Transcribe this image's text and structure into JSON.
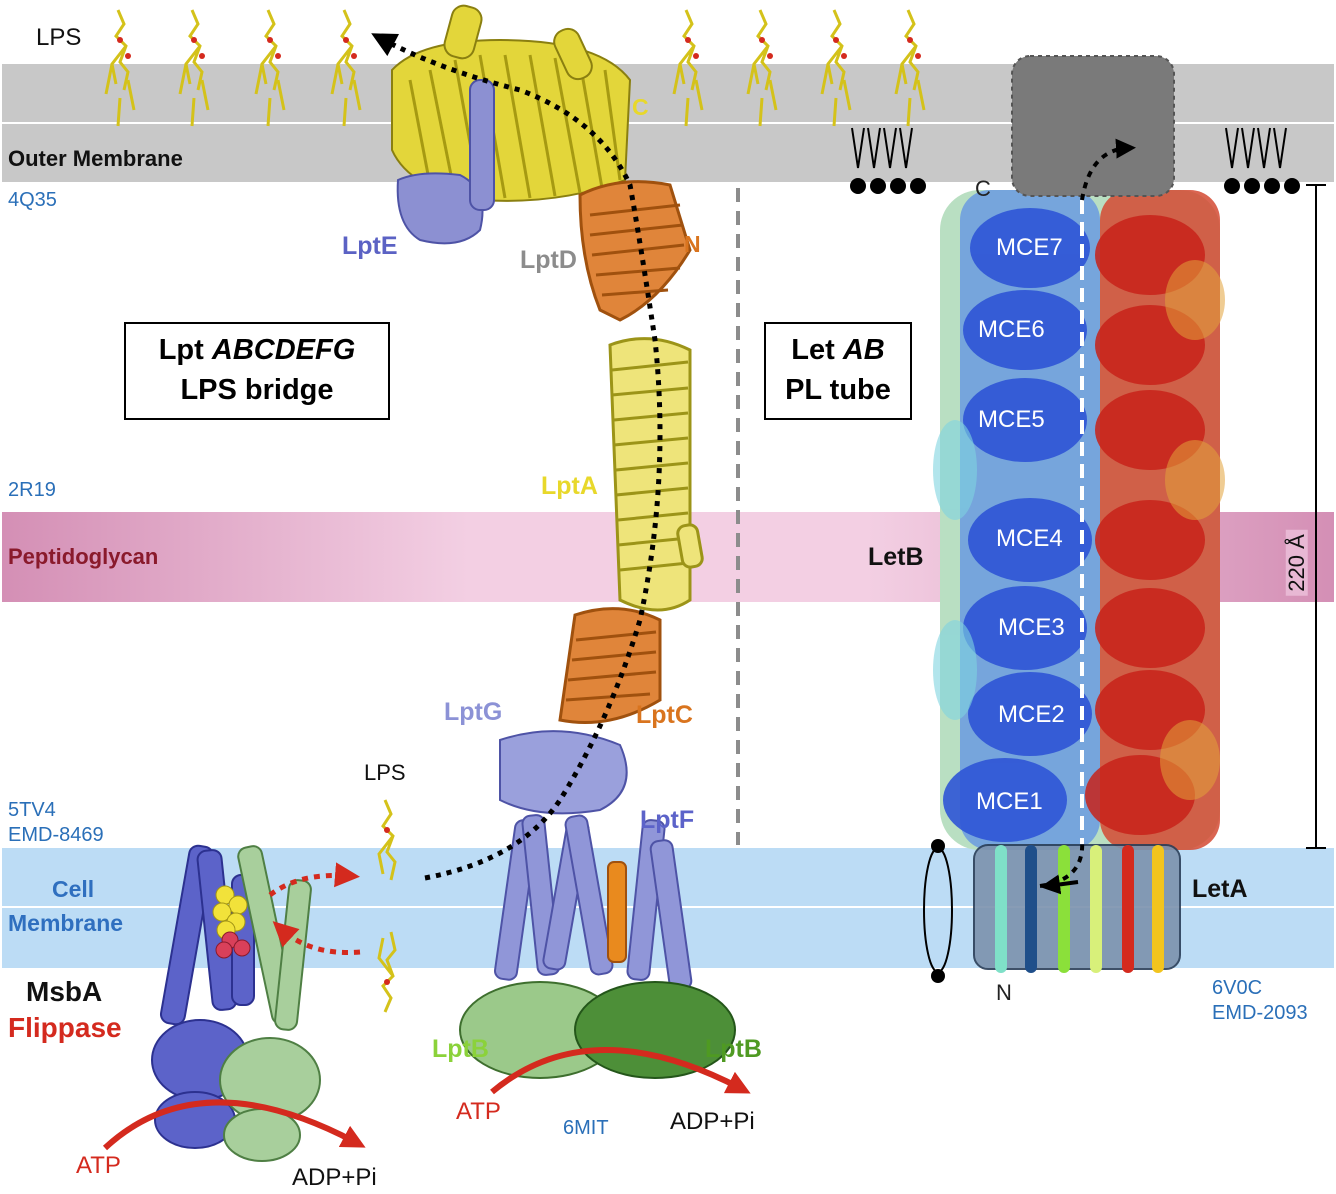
{
  "membranes": {
    "outer": "Outer Membrane",
    "peptidoglycan": "Peptidoglycan",
    "cell_line1": "Cell",
    "cell_line2": "Membrane"
  },
  "lps_labels": [
    "LPS",
    "LPS"
  ],
  "pdb_ids": [
    "4Q35",
    "2R19",
    "5TV4",
    "EMD-8469",
    "6MIT",
    "6V0C",
    "EMD-2093"
  ],
  "boxes": {
    "lpt_prefix": "Lpt",
    "lpt_genes": "ABCDEFG",
    "lpt_sub": "LPS bridge",
    "let_prefix": "Let",
    "let_genes": "AB",
    "let_sub": "PL tube"
  },
  "proteins": {
    "lpte": "LptE",
    "lptd": "LptD",
    "lpta": "LptA",
    "lptg": "LptG",
    "lptc": "LptC",
    "lptf": "LptF",
    "lptb_left": "LptB",
    "lptb_right": "LptB",
    "letb": "LetB",
    "leta": "LetA",
    "msba": "MsbA",
    "flippase": "Flippase"
  },
  "termini": {
    "c_lptd": "C",
    "n_lptd": "N",
    "c_letb": "C",
    "n_leta": "N"
  },
  "mce_domains": [
    "MCE7",
    "MCE6",
    "MCE5",
    "MCE4",
    "MCE3",
    "MCE2",
    "MCE1"
  ],
  "nucleotides": {
    "atp_left": "ATP",
    "adp_left": "ADP+Pi",
    "atp_mid": "ATP",
    "adp_mid": "ADP+Pi"
  },
  "scale_label": "220 Å",
  "colors": {
    "membrane_gray": "#c8c8c8",
    "peptidoglycan": "#e8b8d4",
    "cell_membrane": "#bcdcf5",
    "lpt_yellow": "#e8dc2a",
    "lpt_orange": "#d9741e",
    "lpt_blue": "#7b82c9",
    "lptb_green": "#7fc24f",
    "msba_blue": "#5c63c9",
    "msba_green": "#a8cf9c",
    "pdb_blue": "#2a6fb8",
    "red_arrow": "#d42a1e"
  }
}
